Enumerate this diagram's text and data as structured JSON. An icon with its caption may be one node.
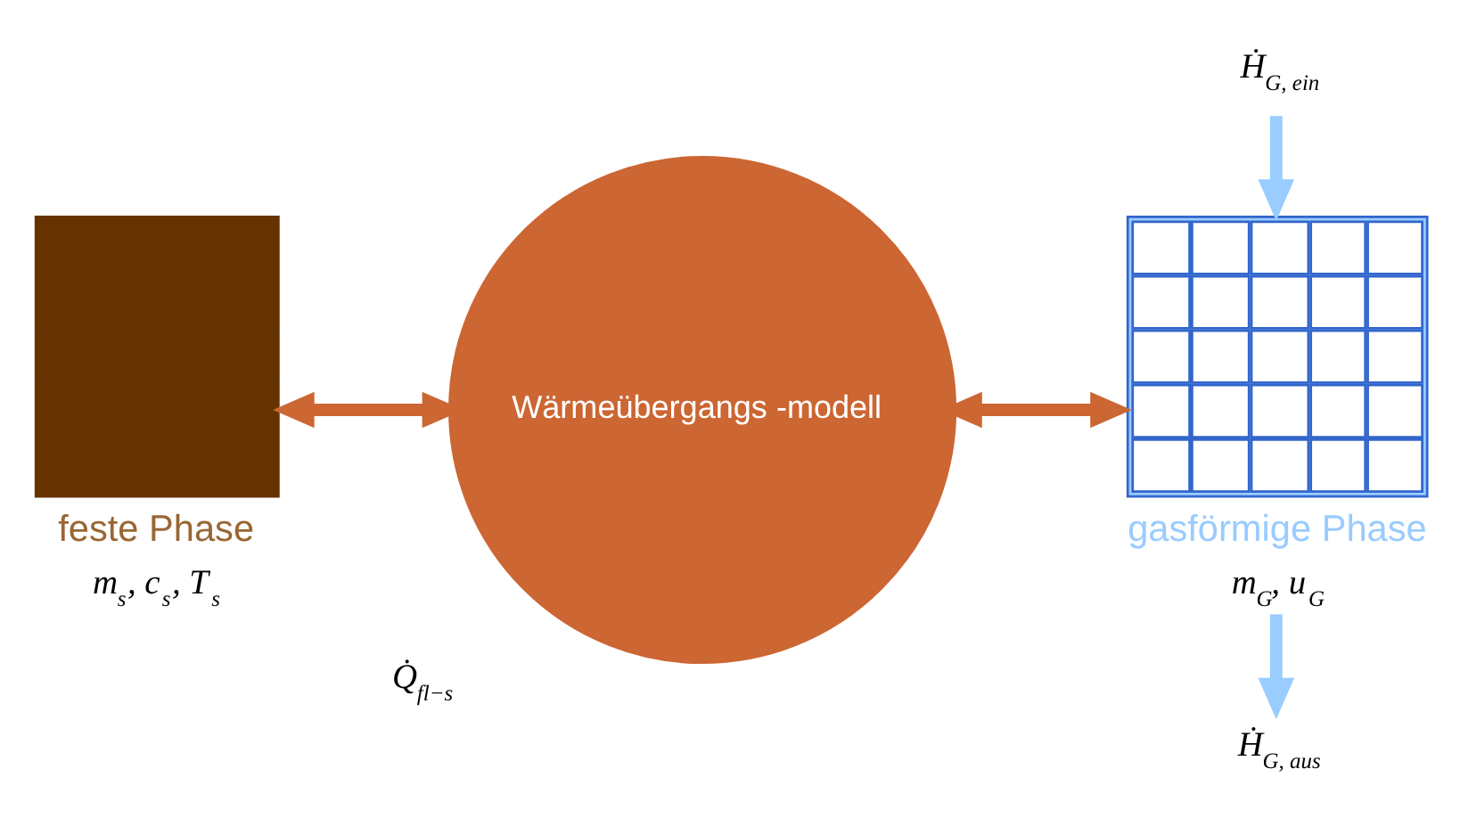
{
  "diagram": {
    "nodes": [
      {
        "text": [
          "feste Phase",
          "m$_{s}$, c$_{s}$, T$_{s}$"
        ]
      },
      {
        "text": [
          "Wärmeübergangs -modell"
        ],
        "beside": [
          "Q̇$_{fl−s}$"
        ]
      },
      {
        "text": [
          "gasförmige Phase",
          "m$_{G}$, u$_{G}$"
        ]
      },
      {
        "text": [
          "Ḣ$_{G, ein}$"
        ]
      },
      {
        "text": [
          "Ḣ$_{G, aus}$"
        ]
      }
    ],
    "edges": [
      {
        "from": 0,
        "to": 1,
        "arrow": "both",
        "color": "#cc6633"
      },
      {
        "from": 1,
        "to": 2,
        "arrow": "both",
        "color": "#cc6633"
      },
      {
        "from": 3,
        "to": 2,
        "arrow": "to",
        "color": "#99ccff"
      },
      {
        "from": 2,
        "to": 4,
        "arrow": "to",
        "color": "#99ccff"
      }
    ]
  }
}
